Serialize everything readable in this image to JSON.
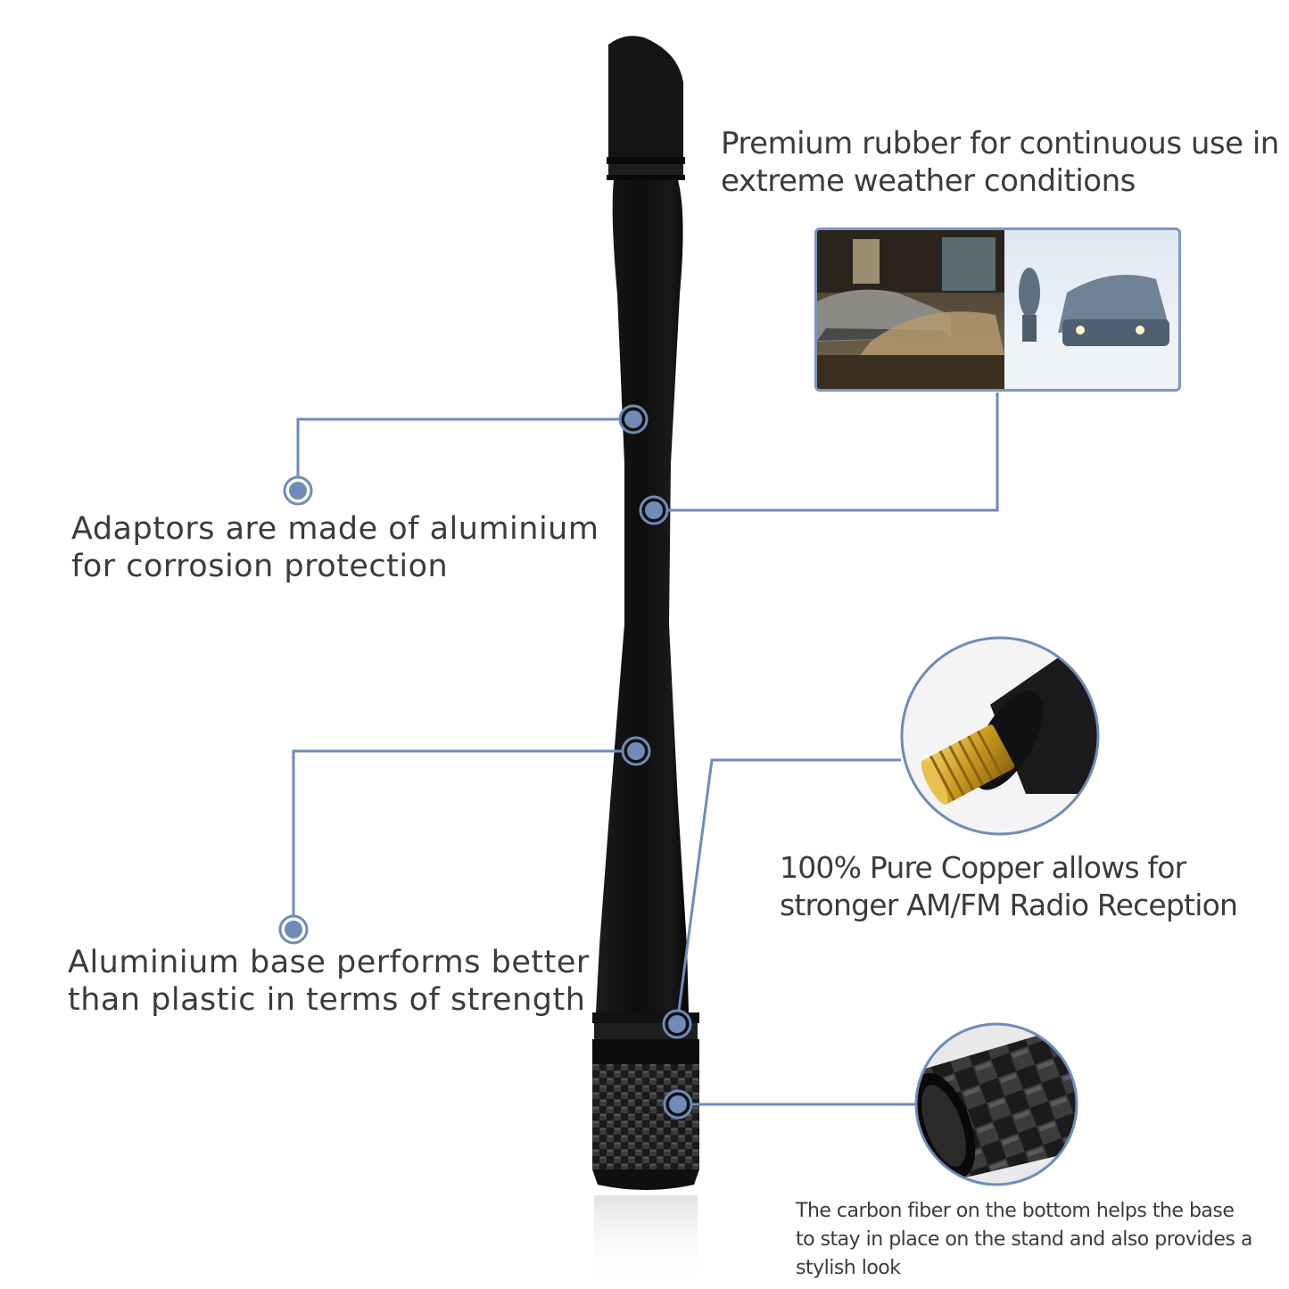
{
  "captions": {
    "rubber": [
      "Premium rubber for continuous use in",
      "extreme weather conditions"
    ],
    "adaptor": [
      "Adaptors are made of aluminium",
      "for corrosion protection"
    ],
    "base": [
      "Aluminium base performs better",
      "than plastic in terms of strength"
    ],
    "copper": [
      "100% Pure Copper allows for",
      "stronger AM/FM Radio Reception"
    ],
    "carbon": [
      "The carbon fiber on the bottom helps the base",
      "to stay in place on the stand and also provides a",
      "stylish look"
    ]
  },
  "colors": {
    "accent_line": "#6f8bb8",
    "dot_fill": "#6f8bb8",
    "antenna_black": "#111111",
    "copper_thread": "#c9a22b",
    "text": "#3b3b3b"
  },
  "images": {
    "weather_photo": "flooded-street-and-snowstorm-photo",
    "copper_zoom": "brass-threaded-stud-closeup",
    "carbon_zoom": "carbon-fiber-tube-closeup",
    "antenna": "short-black-rubber-antenna"
  }
}
